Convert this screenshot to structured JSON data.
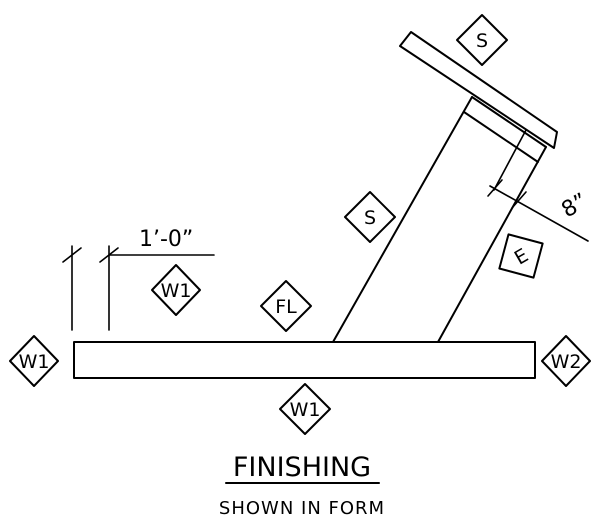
{
  "tags": {
    "w1_left": "W1",
    "w1_upper": "W1",
    "w1_bottom": "W1",
    "w2_right": "W2",
    "fl_floor": "FL",
    "s_top": "S",
    "s_wall": "S",
    "e_end": "E"
  },
  "dimensions": {
    "offset": "1’-0”",
    "thickness": "8”"
  },
  "caption": {
    "title": "FINISHING",
    "subtitle": "SHOWN IN FORM"
  }
}
